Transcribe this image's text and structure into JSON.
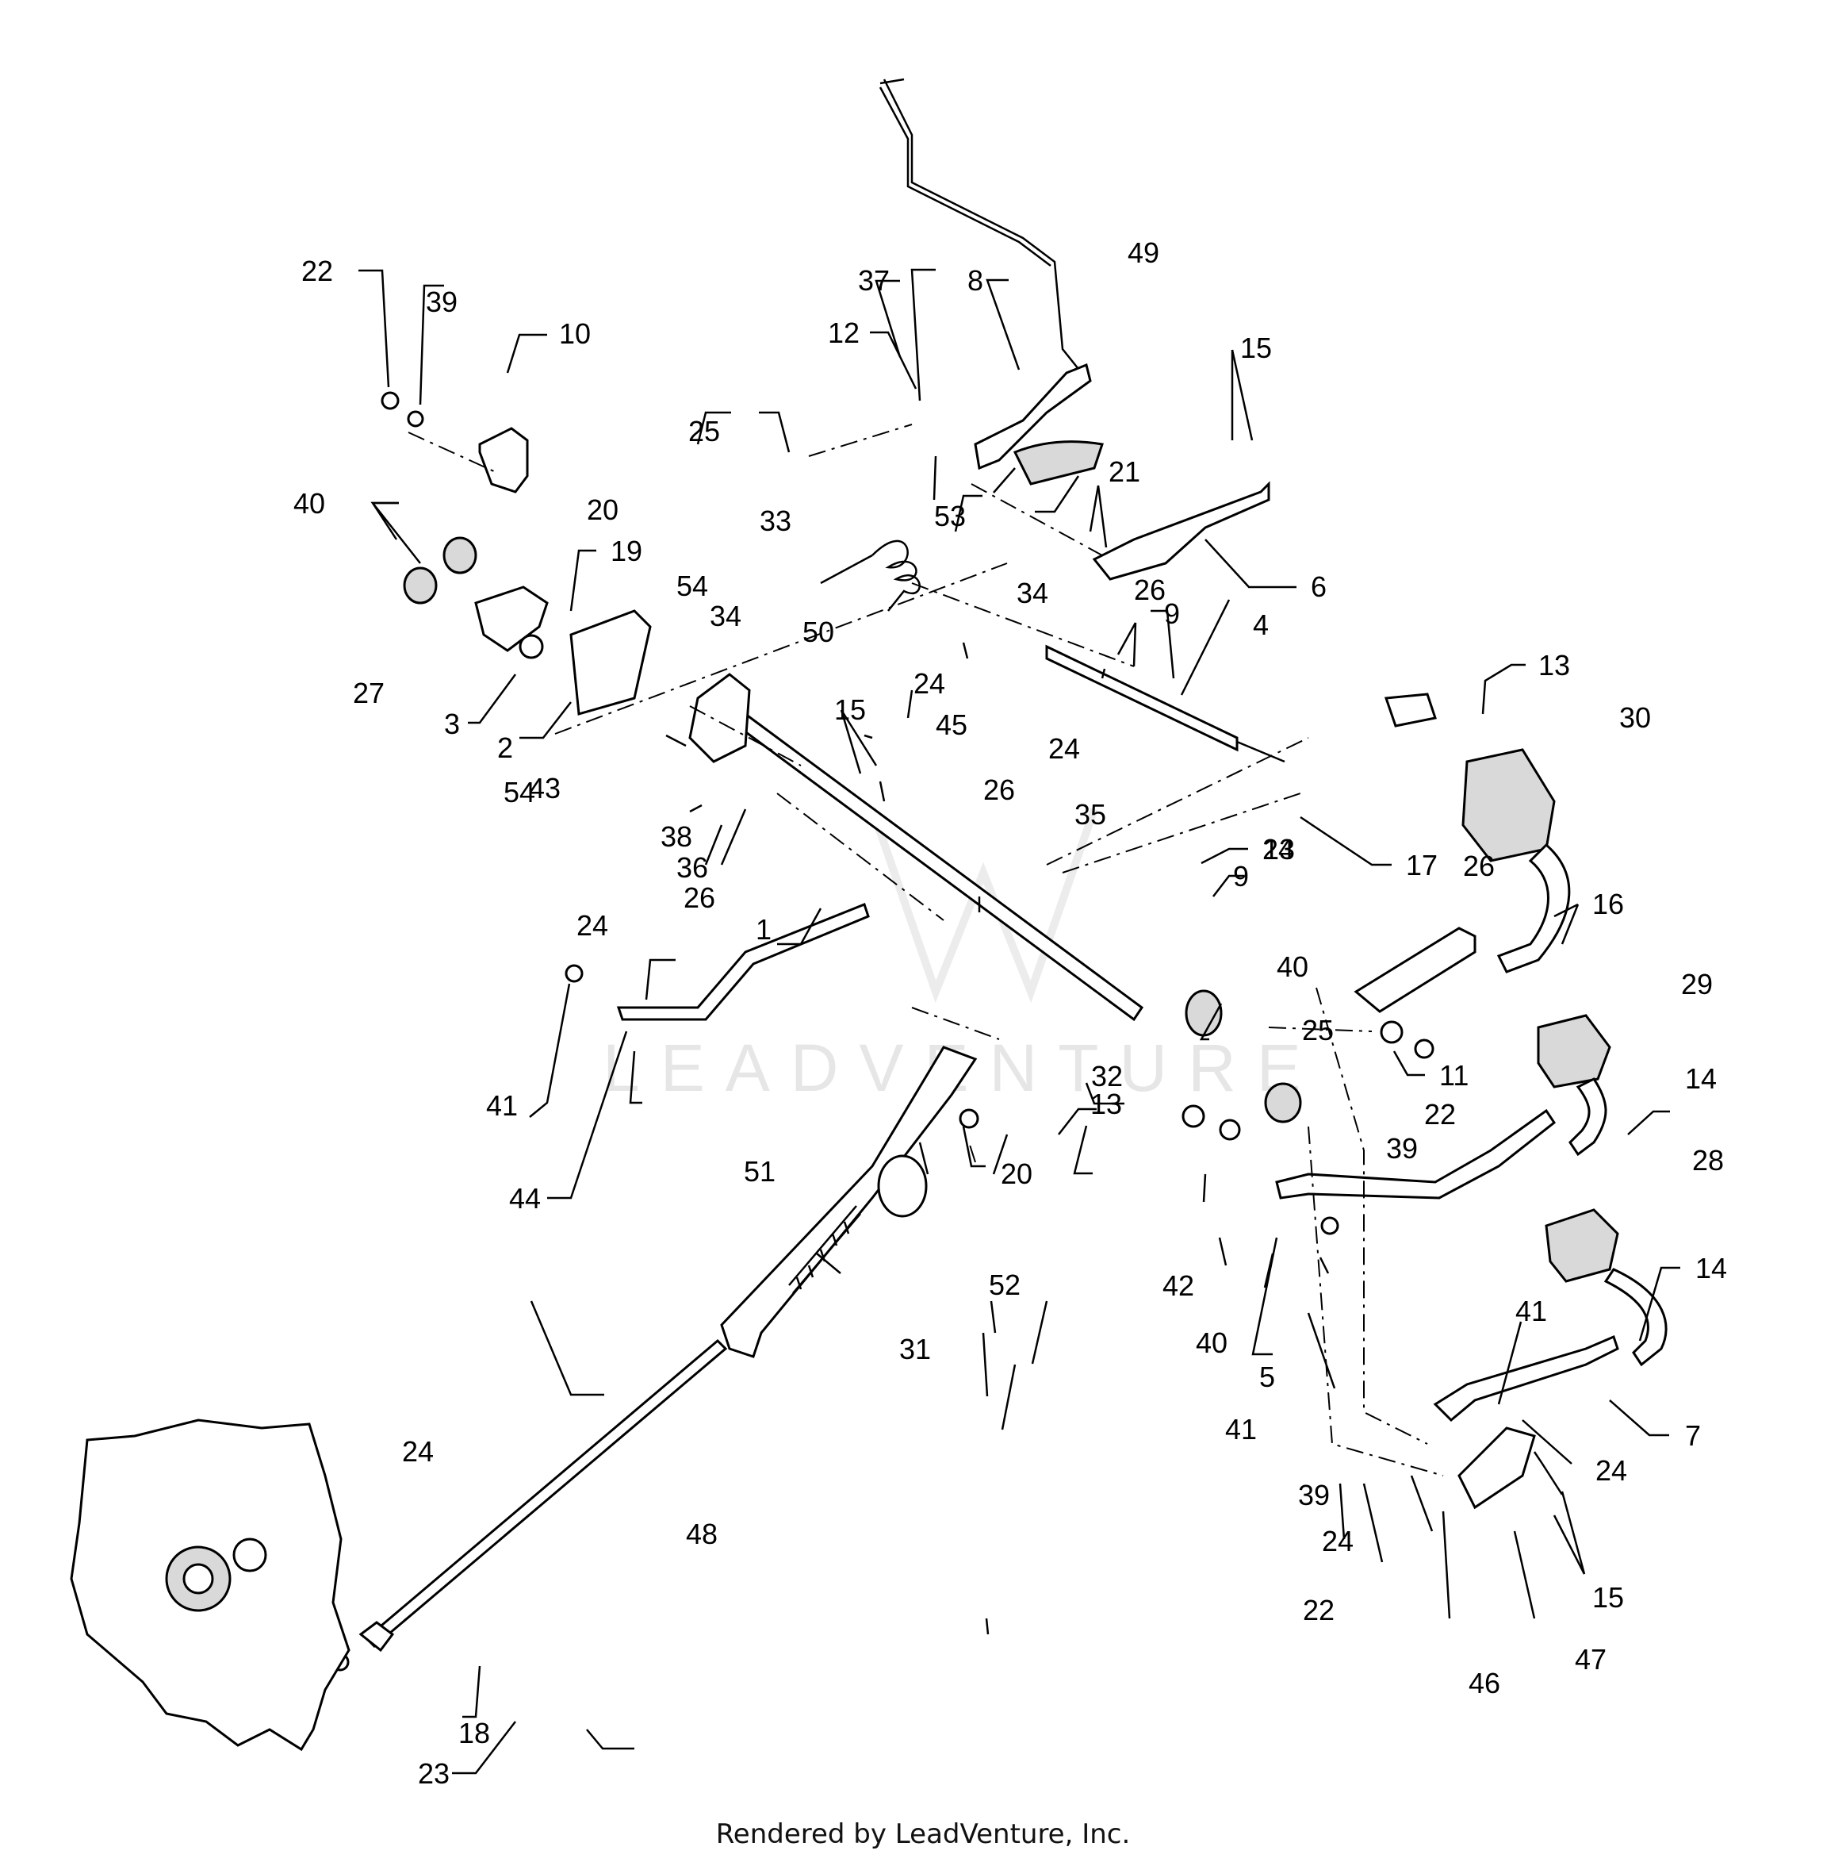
{
  "watermark": "LEADVENTURE",
  "footer": "Rendered by LeadVenture, Inc.",
  "callouts": [
    {
      "n": "1"
    },
    {
      "n": "2"
    },
    {
      "n": "3"
    },
    {
      "n": "4"
    },
    {
      "n": "5"
    },
    {
      "n": "6"
    },
    {
      "n": "7"
    },
    {
      "n": "8"
    },
    {
      "n": "9"
    },
    {
      "n": "9"
    },
    {
      "n": "10"
    },
    {
      "n": "11"
    },
    {
      "n": "12"
    },
    {
      "n": "13"
    },
    {
      "n": "13"
    },
    {
      "n": "13"
    },
    {
      "n": "14"
    },
    {
      "n": "14"
    },
    {
      "n": "15"
    },
    {
      "n": "15"
    },
    {
      "n": "15"
    },
    {
      "n": "16"
    },
    {
      "n": "17"
    },
    {
      "n": "18"
    },
    {
      "n": "19"
    },
    {
      "n": "20"
    },
    {
      "n": "20"
    },
    {
      "n": "21"
    },
    {
      "n": "22"
    },
    {
      "n": "22"
    },
    {
      "n": "22"
    },
    {
      "n": "23"
    },
    {
      "n": "24"
    },
    {
      "n": "24"
    },
    {
      "n": "24"
    },
    {
      "n": "24"
    },
    {
      "n": "24"
    },
    {
      "n": "24"
    },
    {
      "n": "24"
    },
    {
      "n": "25"
    },
    {
      "n": "25"
    },
    {
      "n": "26"
    },
    {
      "n": "26"
    },
    {
      "n": "26"
    },
    {
      "n": "26"
    },
    {
      "n": "27"
    },
    {
      "n": "28"
    },
    {
      "n": "29"
    },
    {
      "n": "30"
    },
    {
      "n": "31"
    },
    {
      "n": "32"
    },
    {
      "n": "33"
    },
    {
      "n": "34"
    },
    {
      "n": "34"
    },
    {
      "n": "35"
    },
    {
      "n": "36"
    },
    {
      "n": "37"
    },
    {
      "n": "38"
    },
    {
      "n": "39"
    },
    {
      "n": "39"
    },
    {
      "n": "39"
    },
    {
      "n": "40"
    },
    {
      "n": "40"
    },
    {
      "n": "40"
    },
    {
      "n": "41"
    },
    {
      "n": "41"
    },
    {
      "n": "41"
    },
    {
      "n": "42"
    },
    {
      "n": "43"
    },
    {
      "n": "44"
    },
    {
      "n": "45"
    },
    {
      "n": "46"
    },
    {
      "n": "47"
    },
    {
      "n": "48"
    },
    {
      "n": "49"
    },
    {
      "n": "50"
    },
    {
      "n": "51"
    },
    {
      "n": "52"
    },
    {
      "n": "53"
    },
    {
      "n": "54"
    },
    {
      "n": "54"
    }
  ]
}
